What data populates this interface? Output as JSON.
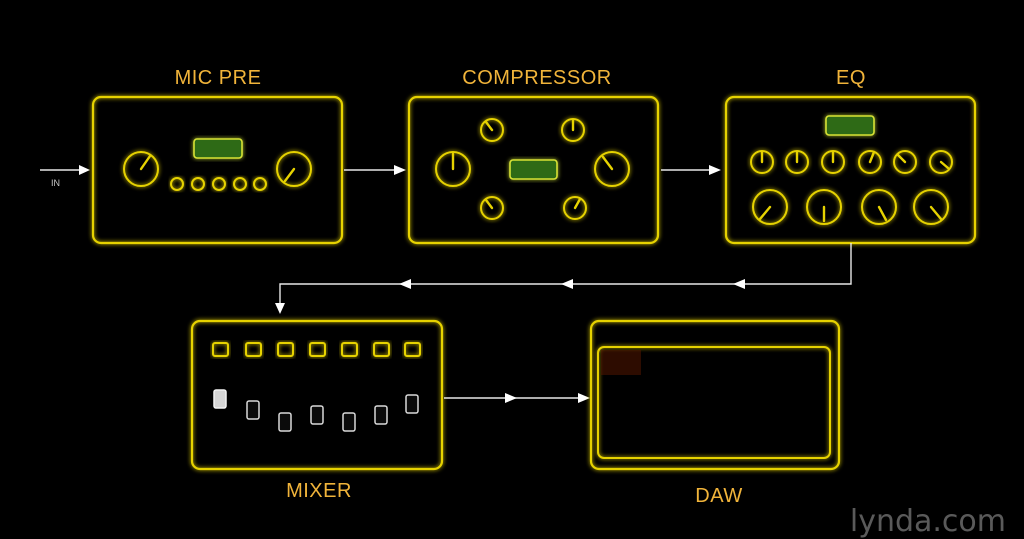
{
  "diagram": {
    "title": "",
    "nodes": {
      "mic_pre": {
        "label": "MIC PRE"
      },
      "compressor": {
        "label": "COMPRESSOR"
      },
      "eq": {
        "label": "EQ"
      },
      "mixer": {
        "label": "MIXER"
      },
      "daw": {
        "label": "DAW"
      }
    },
    "input_label": "IN",
    "flow": [
      "MIC PRE",
      "COMPRESSOR",
      "EQ",
      "MIXER",
      "DAW"
    ],
    "watermark": "lynda.com"
  },
  "colors": {
    "background": "#000000",
    "outline": "#e6d200",
    "label": "#f1b43a",
    "display": "#2f6b12",
    "arrow": "#e8e8e8"
  },
  "icons": [
    "knob",
    "fader",
    "display-screen",
    "arrow"
  ]
}
